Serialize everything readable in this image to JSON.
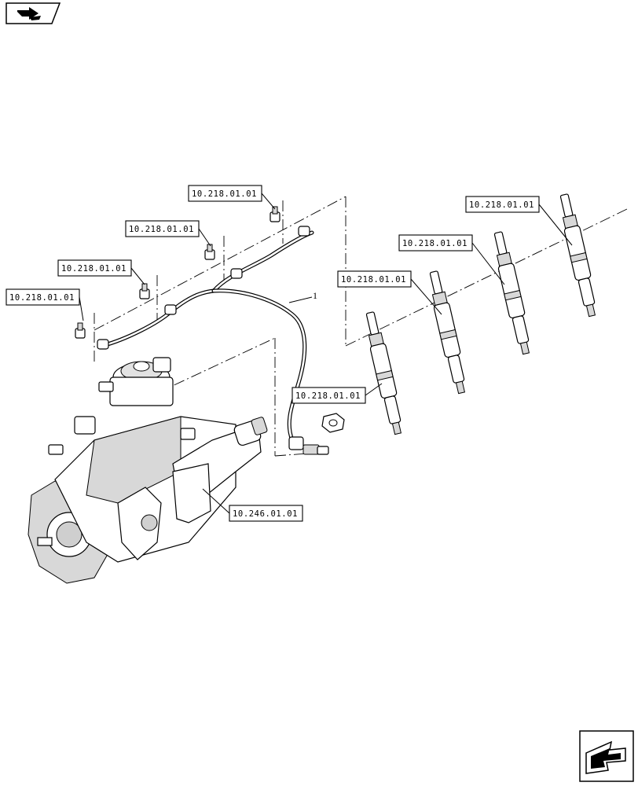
{
  "diagram": {
    "callout_number": "1",
    "references": [
      {
        "id": "ref-bolt-1",
        "label": "10.218.01.01"
      },
      {
        "id": "ref-bolt-2",
        "label": "10.218.01.01"
      },
      {
        "id": "ref-bolt-3",
        "label": "10.218.01.01"
      },
      {
        "id": "ref-bolt-4",
        "label": "10.218.01.01"
      },
      {
        "id": "ref-injector-1",
        "label": "10.218.01.01"
      },
      {
        "id": "ref-injector-2",
        "label": "10.218.01.01"
      },
      {
        "id": "ref-injector-3",
        "label": "10.218.01.01"
      },
      {
        "id": "ref-injector-4",
        "label": "10.218.01.01"
      },
      {
        "id": "ref-pump",
        "label": "10.246.01.01"
      }
    ]
  },
  "navigation": {
    "top_icon": "previous-page-arrow-icon",
    "bottom_icon": "next-page-arrow-icon"
  }
}
